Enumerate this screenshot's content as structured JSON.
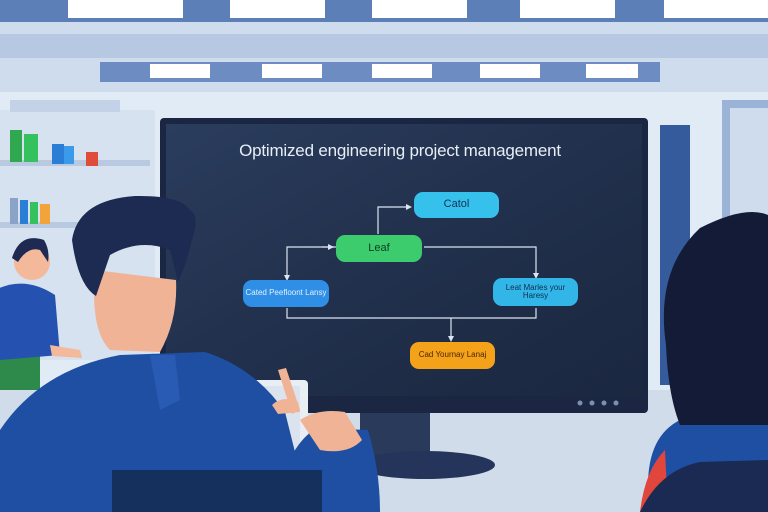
{
  "screen": {
    "title": "Optimized engineering project management"
  },
  "flowchart": {
    "nodes": {
      "top": "Catol",
      "middle": "Leaf",
      "left": "Cated Peefloont Lansy",
      "right": "Leat Marles your Haresy",
      "bottom": "Cad Yournay Lanaj"
    }
  },
  "colors": {
    "screen_bg": "#1f2d47",
    "node_cyan": "#36c1ec",
    "node_green": "#3ccb6d",
    "node_blue": "#2f8fe6",
    "node_orange": "#f3a21a",
    "shirt_blue": "#1e4fa3"
  }
}
